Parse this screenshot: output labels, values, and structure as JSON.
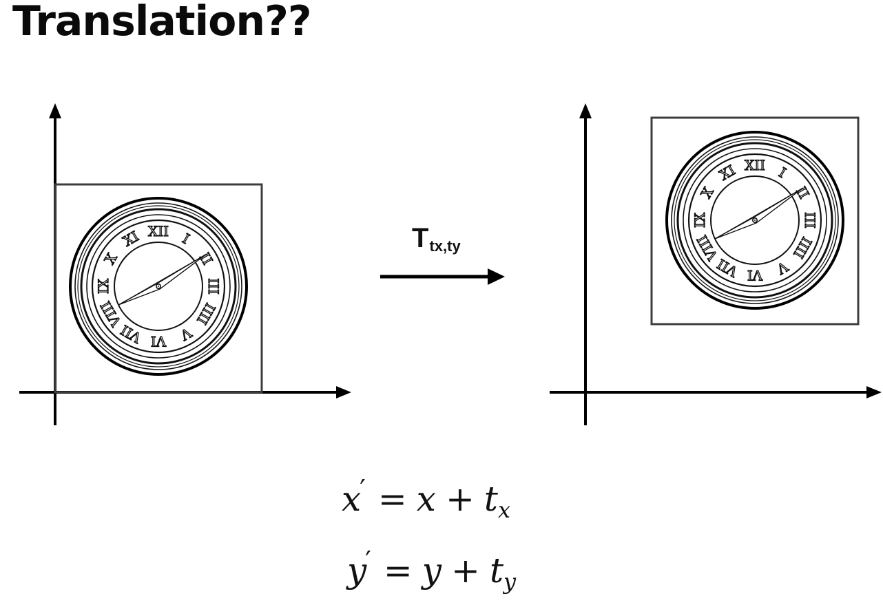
{
  "title": "Translation??",
  "transform": {
    "symbol": "T",
    "subscript": "tx,ty"
  },
  "equations": [
    {
      "lhs": "x",
      "prime": "′",
      "equals": "=",
      "rhs_var": "x",
      "plus": "+",
      "t": "t",
      "sub": "x"
    },
    {
      "lhs": "y",
      "prime": "′",
      "equals": "=",
      "rhs_var": "y",
      "plus": "+",
      "t": "t",
      "sub": "y"
    }
  ],
  "clock": {
    "numerals": [
      "XII",
      "I",
      "II",
      "III",
      "IIII",
      "V",
      "VI",
      "VII",
      "VIII",
      "IX",
      "X",
      "XI"
    ]
  },
  "colors": {
    "axis": "#000000",
    "frame": "#3d3d3d",
    "clock_line": "#111111"
  }
}
